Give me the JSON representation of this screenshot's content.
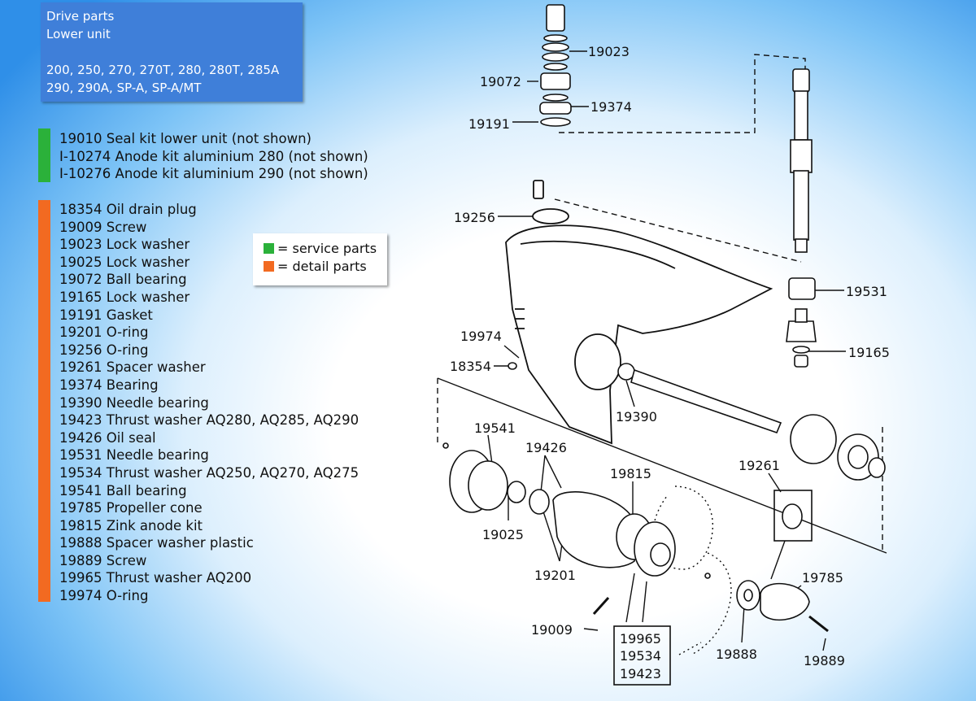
{
  "header": {
    "line1": "Drive parts",
    "line2": "Lower unit",
    "line3": "200, 250, 270, 270T, 280, 280T, 285A",
    "line4": "290, 290A, SP-A, SP-A/MT"
  },
  "service_parts": [
    "19010 Seal kit lower unit (not shown)",
    "I-10274 Anode kit aluminium 280 (not shown)",
    "I-10276 Anode kit aluminium 290 (not shown)"
  ],
  "detail_parts": [
    "18354 Oil drain plug",
    "19009 Screw",
    "19023 Lock washer",
    "19025 Lock washer",
    "19072 Ball bearing",
    "19165 Lock washer",
    "19191 Gasket",
    "19201 O-ring",
    "19256 O-ring",
    "19261 Spacer washer",
    "19374 Bearing",
    "19390 Needle bearing",
    "19423 Thrust washer AQ280, AQ285, AQ290",
    "19426 Oil seal",
    "19531 Needle bearing",
    "19534 Thrust washer AQ250, AQ270, AQ275",
    "19541 Ball bearing",
    "19785 Propeller cone",
    "19815 Zink anode kit",
    "19888 Spacer washer plastic",
    "19889 Screw",
    "19965 Thrust washer AQ200",
    "19974 O-ring"
  ],
  "legend": {
    "service_label": "= service parts",
    "detail_label": "= detail parts"
  },
  "colors": {
    "header_bg": "#3f7fd9",
    "service": "#2bb13a",
    "detail": "#f26a21"
  },
  "callouts": {
    "c19023": "19023",
    "c19072": "19072",
    "c19374": "19374",
    "c19191": "19191",
    "c19256": "19256",
    "c19531": "19531",
    "c19165": "19165",
    "c19974": "19974",
    "c18354": "18354",
    "c19390": "19390",
    "c19541": "19541",
    "c19426": "19426",
    "c19815": "19815",
    "c19261": "19261",
    "c19025": "19025",
    "c19201": "19201",
    "c19785": "19785",
    "c19009": "19009",
    "c19965": "19965",
    "c19534": "19534",
    "c19423": "19423",
    "c19888": "19888",
    "c19889": "19889"
  }
}
